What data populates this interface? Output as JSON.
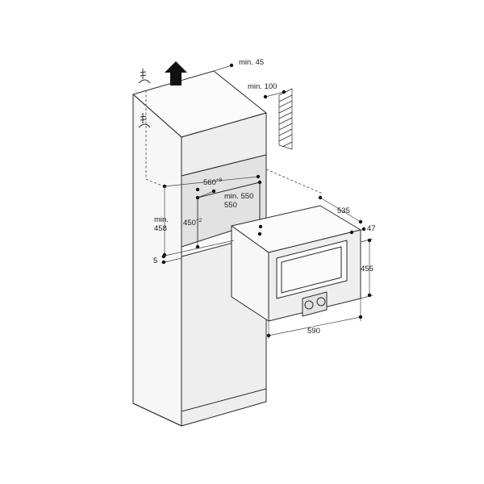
{
  "colors": {
    "line": "#2a2a2a",
    "fill_light": "#eeeeee",
    "background": "#ffffff"
  },
  "icons": {
    "vent_arrow": "arrow-up-icon",
    "wall_hatch": "wall-hatch-icon",
    "break_symbol": "break-symbol-icon"
  },
  "labels": {
    "min_45": "min. 45",
    "min_100": "min. 100",
    "w560": "560",
    "w560_sup": "+8",
    "min_550": "min. 550",
    "min_550_value": "550",
    "h450": "450",
    "h450_sup": "+2",
    "min_458": "min.",
    "min_458_value": "458",
    "d5": "5",
    "d535": "535",
    "d47": "47",
    "d455": "455",
    "d590": "590"
  }
}
